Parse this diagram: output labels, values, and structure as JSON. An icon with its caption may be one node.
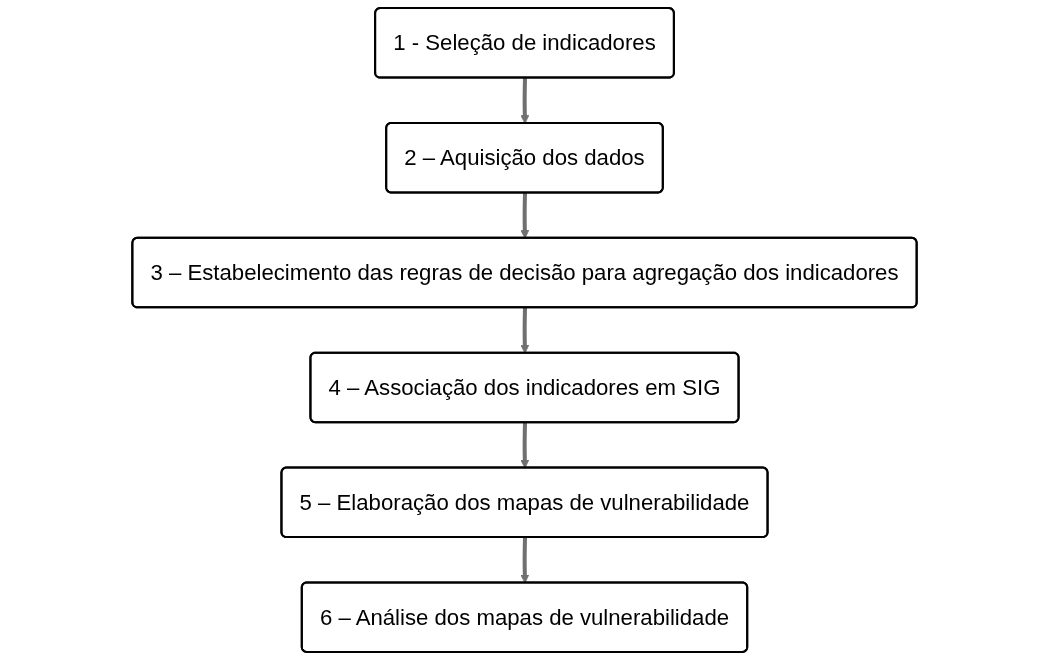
{
  "diagram": {
    "nodes": [
      {
        "text": [
          "1 - Seleção de indicadores"
        ]
      },
      {
        "text": [
          "2 – Aquisição dos dados"
        ]
      },
      {
        "text": [
          "3 – Estabelecimento das regras de decisão para agregação dos indicadores"
        ]
      },
      {
        "text": [
          "4 – Associação dos indicadores em SIG"
        ]
      },
      {
        "text": [
          "5 – Elaboração dos mapas de vulnerabilidade"
        ]
      },
      {
        "text": [
          "6 – Análise dos mapas de vulnerabilidade"
        ]
      }
    ],
    "edges": [
      {
        "from": 0,
        "to": 1,
        "arrow": "to"
      },
      {
        "from": 1,
        "to": 2,
        "arrow": "to"
      },
      {
        "from": 2,
        "to": 3,
        "arrow": "to"
      },
      {
        "from": 3,
        "to": 4,
        "arrow": "to"
      },
      {
        "from": 4,
        "to": 5,
        "arrow": "to"
      }
    ]
  }
}
